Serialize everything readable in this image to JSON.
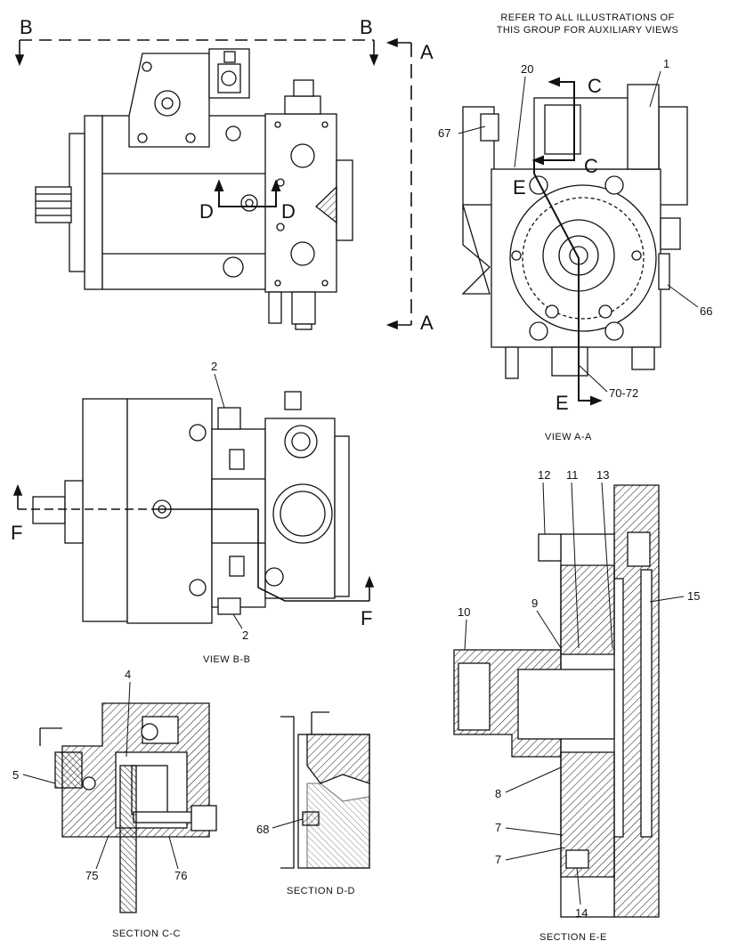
{
  "note": {
    "line1": "REFER TO ALL ILLUSTRATIONS OF",
    "line2": "THIS GROUP FOR AUXILIARY VIEWS"
  },
  "section_letters": {
    "b_left": "B",
    "b_right": "B",
    "a_top": "A",
    "a_bottom": "A",
    "d_left": "D",
    "d_right": "D",
    "c_top": "C",
    "c_mid": "C",
    "e_top": "E",
    "e_bottom": "E",
    "f_left": "F",
    "f_right": "F"
  },
  "callouts": {
    "c1": "1",
    "c20": "20",
    "c67": "67",
    "c66": "66",
    "c70_72": "70-72",
    "c2_top": "2",
    "c2_bottom": "2",
    "c4": "4",
    "c5": "5",
    "c75": "75",
    "c76": "76",
    "c68": "68",
    "c12": "12",
    "c11": "11",
    "c13": "13",
    "c15": "15",
    "c10": "10",
    "c9": "9",
    "c8": "8",
    "c7a": "7",
    "c7b": "7",
    "c14": "14"
  },
  "view_labels": {
    "view_aa": "VIEW  A-A",
    "view_bb": "VIEW  B-B",
    "section_cc": "SECTION  C-C",
    "section_dd": "SECTION  D-D",
    "section_ee": "SECTION  E-E"
  }
}
